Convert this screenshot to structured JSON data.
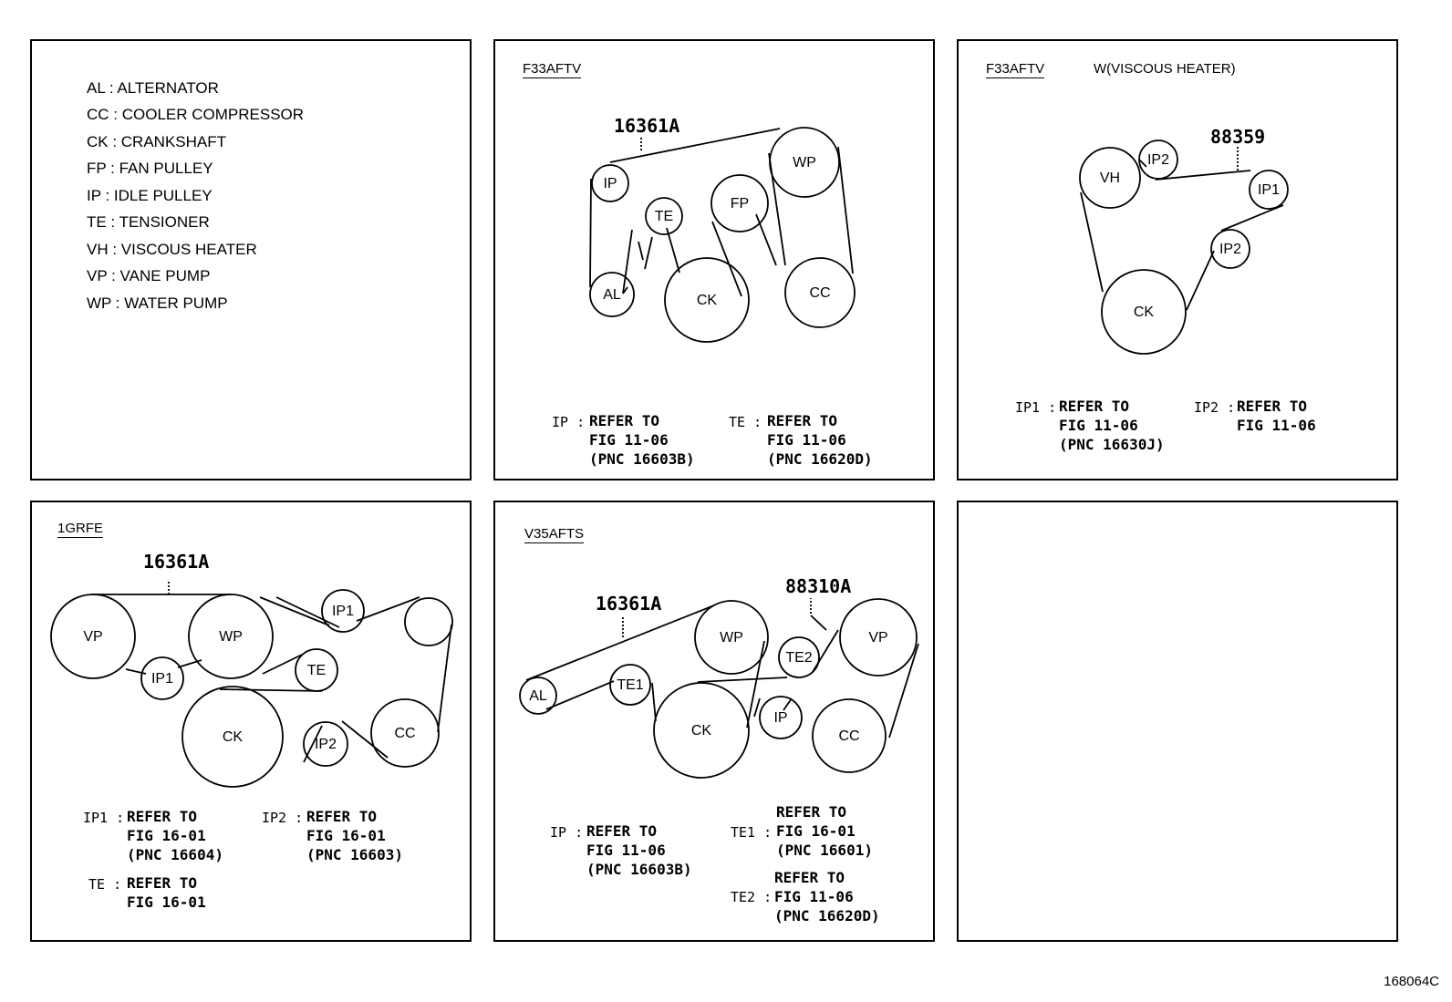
{
  "legend": {
    "items": [
      "AL : ALTERNATOR",
      "CC : COOLER COMPRESSOR",
      "CK : CRANKSHAFT",
      "FP : FAN PULLEY",
      "IP : IDLE PULLEY",
      "TE : TENSIONER",
      "VH : VISCOUS HEATER",
      "VP : VANE PUMP",
      "WP : WATER PUMP"
    ]
  },
  "p1": {
    "engine": "F33AFTV",
    "part": "16361A",
    "pulleys": {
      "ip": "IP",
      "te": "TE",
      "fp": "FP",
      "wp": "WP",
      "al": "AL",
      "ck": "CK",
      "cc": "CC"
    },
    "notes": [
      {
        "label": "IP :",
        "text": "REFER TO\nFIG 11-06\n(PNC 16603B)"
      },
      {
        "label": "TE :",
        "text": "REFER TO\nFIG 11-06\n(PNC 16620D)"
      }
    ]
  },
  "p2": {
    "engine": "F33AFTV",
    "variant": "W(VISCOUS HEATER)",
    "part": "88359",
    "pulleys": {
      "vh": "VH",
      "ip2a": "IP2",
      "ip1": "IP1",
      "ip2b": "IP2",
      "ck": "CK"
    },
    "notes": [
      {
        "label": "IP1 :",
        "text": "REFER TO\nFIG 11-06\n(PNC 16630J)"
      },
      {
        "label": "IP2 :",
        "text": "REFER TO\nFIG 11-06"
      }
    ]
  },
  "p3": {
    "engine": "1GRFE",
    "part": "16361A",
    "pulleys": {
      "vp": "VP",
      "wp": "WP",
      "ip1a": "IP1",
      "ip1b": "IP1",
      "te": "TE",
      "ck": "CK",
      "ip2": "IP2",
      "cc": "CC"
    },
    "notes": [
      {
        "label": "IP1 :",
        "text": "REFER TO\nFIG 16-01\n(PNC 16604)"
      },
      {
        "label": "IP2 :",
        "text": "REFER TO\nFIG 16-01\n(PNC 16603)"
      },
      {
        "label": "TE :",
        "text": "REFER TO\nFIG 16-01"
      }
    ]
  },
  "p4": {
    "engine": "V35AFTS",
    "part1": "16361A",
    "part2": "88310A",
    "pulleys": {
      "al": "AL",
      "te1": "TE1",
      "wp": "WP",
      "te2": "TE2",
      "vp": "VP",
      "ck": "CK",
      "ip": "IP",
      "cc": "CC"
    },
    "notes": [
      {
        "label": "IP :",
        "text": "REFER TO\nFIG 11-06\n(PNC 16603B)"
      },
      {
        "label": "TE1 :",
        "text": "REFER TO\nFIG 16-01\n(PNC 16601)"
      },
      {
        "label": "TE2 :",
        "text": "REFER TO\nFIG 11-06\n(PNC 16620D)"
      }
    ]
  },
  "doc_id": "168064C"
}
